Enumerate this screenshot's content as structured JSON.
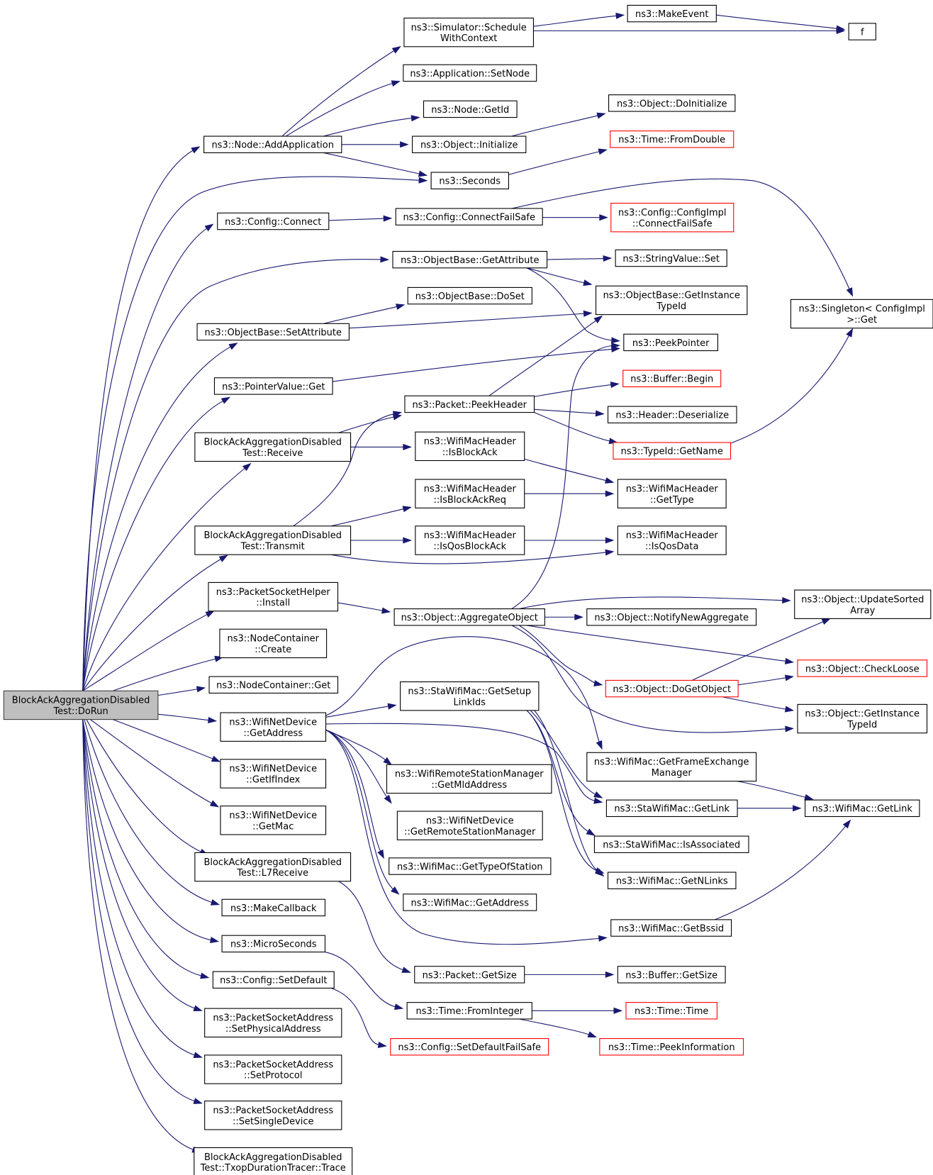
{
  "diagram": {
    "colors": {
      "edge": "#191970",
      "box_border": "#000000",
      "truncated_border": "#ff0000",
      "root_fill": "#bfbfbf",
      "background": "#ffffff"
    },
    "nodes": [
      {
        "id": "root",
        "lines": [
          "BlockAckAggregationDisabled",
          "Test::DoRun"
        ],
        "style": "root"
      },
      {
        "id": "addApp",
        "lines": [
          "ns3::Node::AddApplication"
        ]
      },
      {
        "id": "cfgConnect",
        "lines": [
          "ns3::Config::Connect"
        ]
      },
      {
        "id": "setAttr",
        "lines": [
          "ns3::ObjectBase::SetAttribute"
        ]
      },
      {
        "id": "ptrGet",
        "lines": [
          "ns3::PointerValue::Get"
        ]
      },
      {
        "id": "receive",
        "lines": [
          "BlockAckAggregationDisabled",
          "Test::Receive"
        ]
      },
      {
        "id": "transmit",
        "lines": [
          "BlockAckAggregationDisabled",
          "Test::Transmit"
        ]
      },
      {
        "id": "psInstall",
        "lines": [
          "ns3::PacketSocketHelper",
          "::Install"
        ]
      },
      {
        "id": "ncCreate",
        "lines": [
          "ns3::NodeContainer",
          "::Create"
        ]
      },
      {
        "id": "ncGet",
        "lines": [
          "ns3::NodeContainer::Get"
        ]
      },
      {
        "id": "wndGetAddress",
        "lines": [
          "ns3::WifiNetDevice",
          "::GetAddress"
        ]
      },
      {
        "id": "wndGetIfIndex",
        "lines": [
          "ns3::WifiNetDevice",
          "::GetIfIndex"
        ]
      },
      {
        "id": "wndGetMac",
        "lines": [
          "ns3::WifiNetDevice",
          "::GetMac"
        ]
      },
      {
        "id": "l7Receive",
        "lines": [
          "BlockAckAggregationDisabled",
          "Test::L7Receive"
        ]
      },
      {
        "id": "makeCallback",
        "lines": [
          "ns3::MakeCallback"
        ]
      },
      {
        "id": "microSeconds",
        "lines": [
          "ns3::MicroSeconds"
        ]
      },
      {
        "id": "cfgSetDefault",
        "lines": [
          "ns3::Config::SetDefault"
        ]
      },
      {
        "id": "psaSetPhys",
        "lines": [
          "ns3::PacketSocketAddress",
          "::SetPhysicalAddress"
        ]
      },
      {
        "id": "psaSetProto",
        "lines": [
          "ns3::PacketSocketAddress",
          "::SetProtocol"
        ]
      },
      {
        "id": "psaSetSingle",
        "lines": [
          "ns3::PacketSocketAddress",
          "::SetSingleDevice"
        ]
      },
      {
        "id": "txopTrace",
        "lines": [
          "BlockAckAggregationDisabled",
          "Test::TxopDurationTracer::Trace"
        ]
      },
      {
        "id": "schedCtx",
        "lines": [
          "ns3::Simulator::Schedule",
          "WithContext"
        ]
      },
      {
        "id": "appSetNode",
        "lines": [
          "ns3::Application::SetNode"
        ]
      },
      {
        "id": "nodeGetId",
        "lines": [
          "ns3::Node::GetId"
        ]
      },
      {
        "id": "objInit",
        "lines": [
          "ns3::Object::Initialize"
        ]
      },
      {
        "id": "seconds",
        "lines": [
          "ns3::Seconds"
        ]
      },
      {
        "id": "cfgConnFail",
        "lines": [
          "ns3::Config::ConnectFailSafe"
        ]
      },
      {
        "id": "obGetAttr",
        "lines": [
          "ns3::ObjectBase::GetAttribute"
        ]
      },
      {
        "id": "obDoSet",
        "lines": [
          "ns3::ObjectBase::DoSet"
        ]
      },
      {
        "id": "pktPeek",
        "lines": [
          "ns3::Packet::PeekHeader"
        ]
      },
      {
        "id": "wmhIsBA",
        "lines": [
          "ns3::WifiMacHeader",
          "::IsBlockAck"
        ]
      },
      {
        "id": "wmhIsBAR",
        "lines": [
          "ns3::WifiMacHeader",
          "::IsBlockAckReq"
        ]
      },
      {
        "id": "wmhIsQosBA",
        "lines": [
          "ns3::WifiMacHeader",
          "::IsQosBlockAck"
        ]
      },
      {
        "id": "objAggregate",
        "lines": [
          "ns3::Object::AggregateObject"
        ]
      },
      {
        "id": "staGetSetup",
        "lines": [
          "ns3::StaWifiMac::GetSetup",
          "LinkIds"
        ]
      },
      {
        "id": "wrsmGetMld",
        "lines": [
          "ns3::WifiRemoteStationManager",
          "::GetMldAddress"
        ]
      },
      {
        "id": "wndGetRsm",
        "lines": [
          "ns3::WifiNetDevice",
          "::GetRemoteStationManager"
        ]
      },
      {
        "id": "wmGetTypeSta",
        "lines": [
          "ns3::WifiMac::GetTypeOfStation"
        ]
      },
      {
        "id": "wmGetAddress",
        "lines": [
          "ns3::WifiMac::GetAddress"
        ]
      },
      {
        "id": "pktGetSize",
        "lines": [
          "ns3::Packet::GetSize"
        ]
      },
      {
        "id": "timeFromInt",
        "lines": [
          "ns3::Time::FromInteger"
        ]
      },
      {
        "id": "cfgSetDefFail",
        "lines": [
          "ns3::Config::SetDefaultFailSafe"
        ],
        "style": "trunc"
      },
      {
        "id": "makeEvent",
        "lines": [
          "ns3::MakeEvent"
        ]
      },
      {
        "id": "objDoInit",
        "lines": [
          "ns3::Object::DoInitialize"
        ]
      },
      {
        "id": "timeFromDouble",
        "lines": [
          "ns3::Time::FromDouble"
        ],
        "style": "trunc"
      },
      {
        "id": "cfgImplConn",
        "lines": [
          "ns3::Config::ConfigImpl",
          "::ConnectFailSafe"
        ],
        "style": "trunc"
      },
      {
        "id": "svSet",
        "lines": [
          "ns3::StringValue::Set"
        ]
      },
      {
        "id": "obGetInstTid",
        "lines": [
          "ns3::ObjectBase::GetInstance",
          "TypeId"
        ]
      },
      {
        "id": "peekPtr",
        "lines": [
          "ns3::PeekPointer"
        ]
      },
      {
        "id": "bufBegin",
        "lines": [
          "ns3::Buffer::Begin"
        ],
        "style": "trunc"
      },
      {
        "id": "hdrDeser",
        "lines": [
          "ns3::Header::Deserialize"
        ]
      },
      {
        "id": "tidGetName",
        "lines": [
          "ns3::TypeId::GetName"
        ],
        "style": "trunc"
      },
      {
        "id": "wmhGetType",
        "lines": [
          "ns3::WifiMacHeader",
          "::GetType"
        ]
      },
      {
        "id": "wmhIsQosData",
        "lines": [
          "ns3::WifiMacHeader",
          "::IsQosData"
        ]
      },
      {
        "id": "objNotify",
        "lines": [
          "ns3::Object::NotifyNewAggregate"
        ]
      },
      {
        "id": "objDoGet",
        "lines": [
          "ns3::Object::DoGetObject"
        ],
        "style": "trunc"
      },
      {
        "id": "wmGetFem",
        "lines": [
          "ns3::WifiMac::GetFrameExchange",
          "Manager"
        ]
      },
      {
        "id": "staGetLink",
        "lines": [
          "ns3::StaWifiMac::GetLink"
        ]
      },
      {
        "id": "staIsAssoc",
        "lines": [
          "ns3::StaWifiMac::IsAssociated"
        ]
      },
      {
        "id": "wmGetNLinks",
        "lines": [
          "ns3::WifiMac::GetNLinks"
        ]
      },
      {
        "id": "wmGetBssid",
        "lines": [
          "ns3::WifiMac::GetBssid"
        ]
      },
      {
        "id": "bufGetSize",
        "lines": [
          "ns3::Buffer::GetSize"
        ]
      },
      {
        "id": "timeTime",
        "lines": [
          "ns3::Time::Time"
        ],
        "style": "trunc"
      },
      {
        "id": "timePeekInfo",
        "lines": [
          "ns3::Time::PeekInformation"
        ],
        "style": "trunc"
      },
      {
        "id": "f",
        "lines": [
          "f"
        ]
      },
      {
        "id": "singletonGet",
        "lines": [
          "ns3::Singleton< ConfigImpl",
          " >::Get"
        ]
      },
      {
        "id": "objUpdSorted",
        "lines": [
          "ns3::Object::UpdateSorted",
          "Array"
        ]
      },
      {
        "id": "objCheckLoose",
        "lines": [
          "ns3::Object::CheckLoose"
        ],
        "style": "trunc"
      },
      {
        "id": "objGetInstTid",
        "lines": [
          "ns3::Object::GetInstance",
          "TypeId"
        ]
      },
      {
        "id": "wmGetLink",
        "lines": [
          "ns3::WifiMac::GetLink"
        ]
      }
    ]
  }
}
